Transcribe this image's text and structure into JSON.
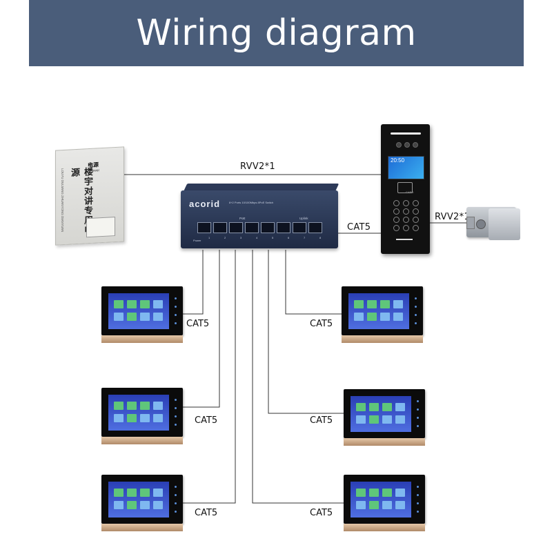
{
  "banner": {
    "title": "Wiring diagram"
  },
  "wires": {
    "psu_to_door": "RVV2*1",
    "switch_to_door": "CAT5",
    "door_to_lock": "RVV2*1"
  },
  "power_supply": {
    "title": "电源",
    "subtitle": "Power",
    "main_text": "楼宇对讲专用电源",
    "pinyin": "LOUYU DUIJIANG ZHUANYONG DIANYUAN"
  },
  "switch": {
    "brand": "acorid",
    "model": "8+2 Ports 10/100Mbps 8PoE Switch",
    "poe_label": "PoE",
    "uplink_label": "Uplink",
    "power_label": "Power",
    "port_numbers": [
      "1",
      "2",
      "3",
      "4",
      "5",
      "6",
      "7",
      "8"
    ]
  },
  "door_station": {
    "time": "20:50",
    "card_label": "CARD"
  },
  "monitor_links": {
    "left": [
      "CAT5",
      "CAT5",
      "CAT5"
    ],
    "right": [
      "CAT5",
      "CAT5",
      "CAT5"
    ]
  },
  "colors": {
    "banner": "#4a5d7a",
    "wire": "#333333"
  }
}
